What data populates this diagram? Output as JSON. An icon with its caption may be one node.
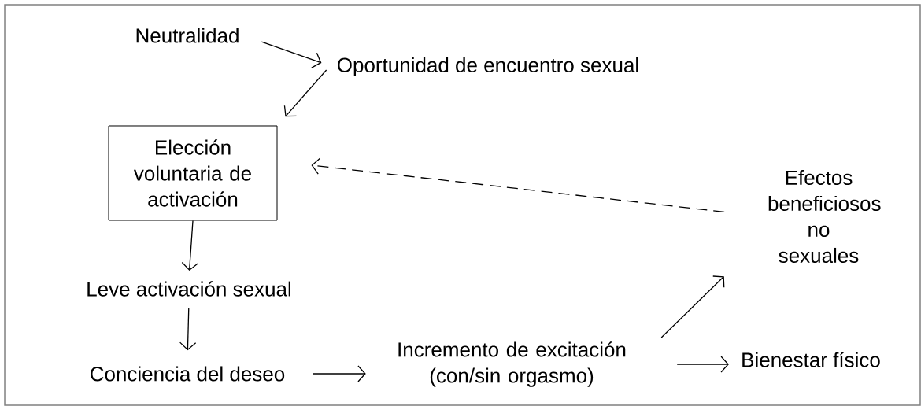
{
  "diagram": {
    "nodes": [
      {
        "text": [
          "Neutralidad"
        ]
      },
      {
        "text": [
          "Oportunidad de encuentro sexual"
        ]
      },
      {
        "text": [
          "Elección voluntaria de activación"
        ]
      },
      {
        "text": [
          "Leve activación sexual"
        ]
      },
      {
        "text": [
          "Conciencia del deseo"
        ]
      },
      {
        "text": [
          "Incremento de excitación (con/sin orgasmo)"
        ]
      },
      {
        "text": [
          "Efectos beneficiosos no sexuales"
        ]
      },
      {
        "text": [
          "Bienestar físico"
        ]
      }
    ],
    "edges": [
      {
        "from": 0,
        "to": 1,
        "arrow": "to"
      },
      {
        "from": 1,
        "to": 2,
        "arrow": "to"
      },
      {
        "from": 2,
        "to": 3,
        "arrow": "to"
      },
      {
        "from": 3,
        "to": 4,
        "arrow": "to"
      },
      {
        "from": 4,
        "to": 5,
        "arrow": "to"
      },
      {
        "from": 5,
        "to": 6,
        "arrow": "to"
      },
      {
        "from": 5,
        "to": 7,
        "arrow": "to"
      },
      {
        "from": 6,
        "to": 2,
        "arrow": "to",
        "style": "dashed"
      }
    ]
  }
}
